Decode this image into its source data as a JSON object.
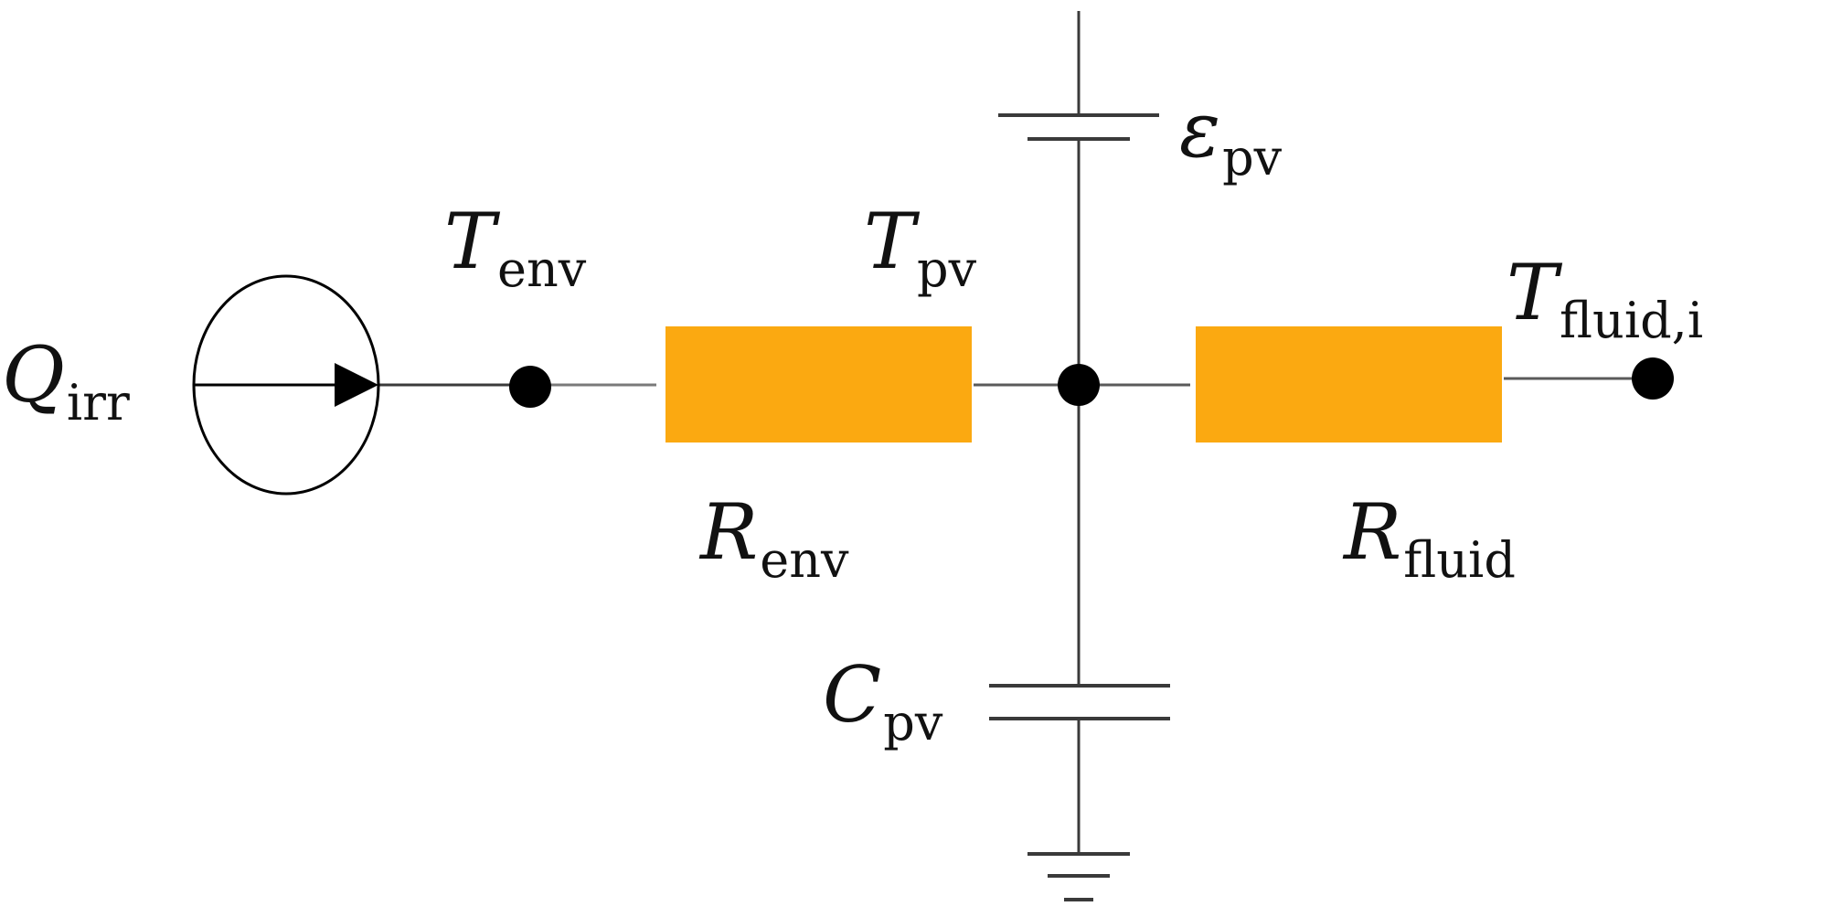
{
  "colors": {
    "resistor": "#FBA911",
    "wire": "#3a3a3a",
    "node": "#000000",
    "source": "#000000"
  },
  "labels": {
    "q_irr": {
      "symbol": "Q",
      "sub": "irr"
    },
    "t_env": {
      "symbol": "T",
      "sub": "env"
    },
    "t_pv": {
      "symbol": "T",
      "sub": "pv"
    },
    "t_fluid_i": {
      "symbol": "T",
      "sub": "fluid,i"
    },
    "r_env": {
      "symbol": "R",
      "sub": "env"
    },
    "r_fluid": {
      "symbol": "R",
      "sub": "fluid"
    },
    "eps_pv": {
      "symbol": "ε",
      "sub": "pv"
    },
    "c_pv": {
      "symbol": "C",
      "sub": "pv"
    }
  },
  "icons": {
    "source": "current-source-icon",
    "emf": "battery-icon",
    "capacitor": "capacitor-icon",
    "ground": "ground-icon"
  }
}
